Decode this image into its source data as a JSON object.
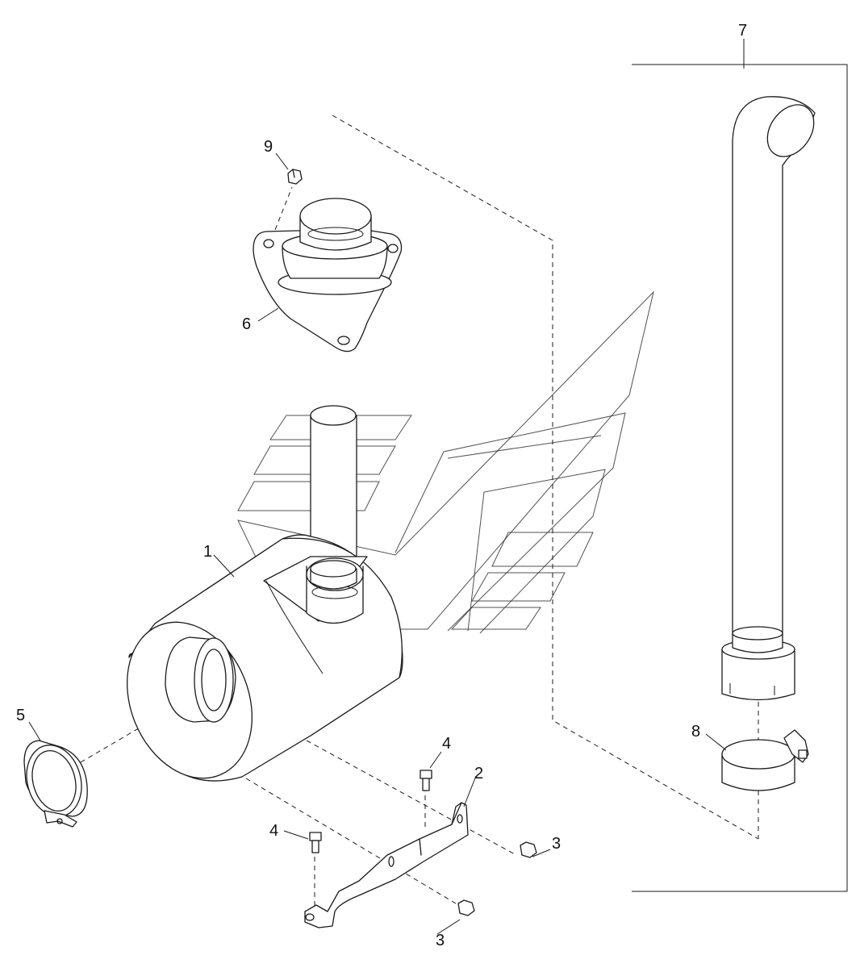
{
  "callouts": [
    {
      "id": "1",
      "text": "1"
    },
    {
      "id": "2",
      "text": "2"
    },
    {
      "id": "3a",
      "text": "3"
    },
    {
      "id": "3b",
      "text": "3"
    },
    {
      "id": "4a",
      "text": "4"
    },
    {
      "id": "4b",
      "text": "4"
    },
    {
      "id": "5",
      "text": "5"
    },
    {
      "id": "6",
      "text": "6"
    },
    {
      "id": "7",
      "text": "7"
    },
    {
      "id": "8",
      "text": "8"
    },
    {
      "id": "9",
      "text": "9"
    }
  ],
  "colors": {
    "line": "#1a1a1a",
    "background": "#ffffff"
  },
  "icons": [
    "muffler-part-icon",
    "bracket-part-icon",
    "bolt-icon",
    "clamp-ring-icon",
    "flange-adapter-icon",
    "exhaust-stack-icon",
    "hose-clamp-icon"
  ]
}
